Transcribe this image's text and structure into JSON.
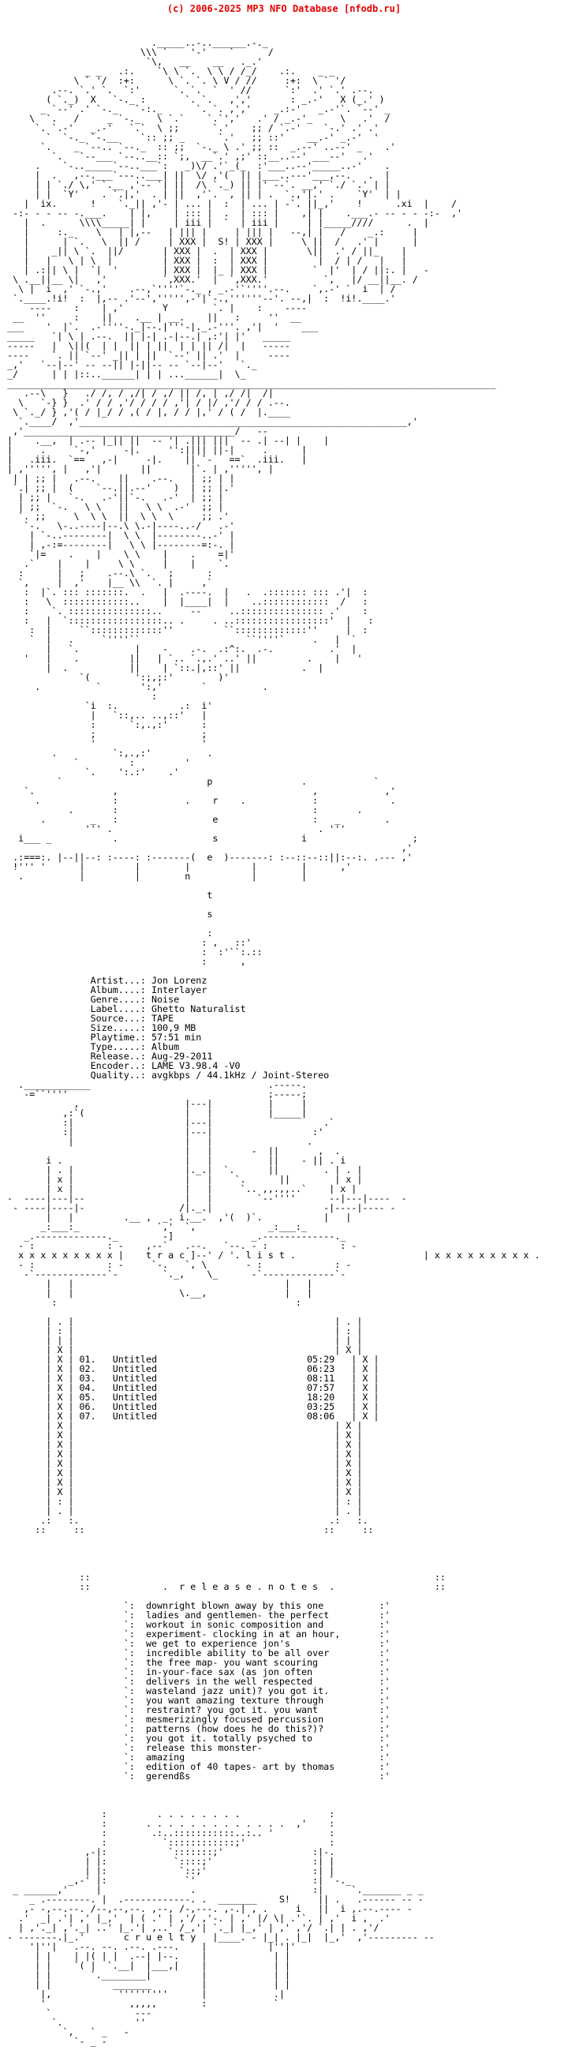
{
  "header": {
    "text": "(c) 2006-2025 MP3 NFO Database [nfodb.ru]",
    "color": "#e60000"
  },
  "release": {
    "artist": "Jon Lorenz",
    "album": "Interlayer",
    "genre": "Noise",
    "label": "Ghetto Naturalist",
    "source": "TAPE",
    "size": "100,9 MB",
    "playtime": "57:51 min",
    "type": "Album",
    "release_date": "Aug-29-2011",
    "encoder": "LAME V3.98.4 -V0",
    "quality": "avgkbps / 44.1kHz / Joint-Stereo",
    "section_titles": {
      "presents_vertical": "p r e s e n t s",
      "tracklist": "t r a c   l i s t .",
      "release_notes": ".  r e l e a s e . n o t e s  .",
      "cruelty": "c r u e l t y",
      "group_tag": "S!",
      "roman_left": "ix.",
      "roman_right": ".xi"
    },
    "tracks": [
      {
        "no": "01.",
        "title": "Untitled",
        "duration": "05:29"
      },
      {
        "no": "02.",
        "title": "Untitled",
        "duration": "06:23"
      },
      {
        "no": "03.",
        "title": "Untitled",
        "duration": "08:11"
      },
      {
        "no": "04.",
        "title": "Untitled",
        "duration": "07:57"
      },
      {
        "no": "05.",
        "title": "Untitled",
        "duration": "18:20"
      },
      {
        "no": "06.",
        "title": "Untitled",
        "duration": "03:25"
      },
      {
        "no": "07.",
        "title": "Untitled",
        "duration": "08:06"
      }
    ],
    "notes": [
      "downright blown away by this one",
      "ladies and gentlemen- the perfect",
      "workout in sonic composition and",
      "experiment- clocking in at an hour,",
      "we get to experience jon's",
      "incredible ability to be all over",
      "the free map- you want scouring",
      "in-your-face sax (as jon often",
      "delivers in the well respected",
      "wasteland jazz unit)? you got it.",
      "you want amazing texture through",
      "restraint? you got it. you want",
      "mesmerizingly focused percussion",
      "patterns (how does he do this?)?",
      "you got it. totally psyched to",
      "release this monster-",
      "amazing",
      "edition of 40 tapes- art by thomas",
      "gerendßs"
    ]
  },
  "nfo": {
    "lines": [
      "",
      "",
      "                           ._____..-..______.-._",
      "                         \\\\\\ `    '-'    `      /",
      "                          `\\,   __    __   ._.'",
      "               _ _   .:.    `\\ \\ `.  \\ \\ / /_/    .:.    _ _",
      "             \\ ` '/  :+:      \\ `. `. \\ V / //     :+:  \\ ` '/",
      "         .--. `.' `.  `:'      `. `.  `  ' //      `:'  .' `.' .--.",
      "        ( `._)  X   `-._ :       `. `.   ,','       : _.-'   X (_.' )",
      "       _ `--' .' `-._   `-:._      `. `. ,','    _.:-'   _.-'`. `--' _",
      "     \\  `.   /     _ `-._   \\ `.`    `.`','   .' / _.-'_     \\   .'  /",
      "      `. `.-'   _.-'   `.`  \\ ;;      `.'    ;; / `.-'    `-.' .' .'",
      "        `  `-._ `-.__    `:: ;; _      `.'   ;; ::'    __.-' _.-'  '",
      "       `.    _ `--.. `--._  :: ;;  `-._ \\ .' ;; ::  _.--' ..--' _    .'",
      "         `.   `--___ `--..__:: `;,  __`.' ,;' ::__..--' ___--'   .'",
      "      .    `-.._____`--..___`:   _)\\/ .'`_(_  :'___..--'_____..-'    .",
      "      |  .   ,--.___`---..___| ||  \\/ ,'(  || |___..---'___,--.   .  |",
      "      | | `./ \\,' `.__ ,'-- `| ||  /\\ `._) || |' --`. __,' `./ `.' | |",
      "      | |  `Y'    . `.|,'  . | ||  ,'`.  , || | .  `.,'|.' .    `Y'  | |",
      "    |  ix.      !    `._|| ,'- | ... |  :  | ... | -`. ||_,'    !      .xi  |    /",
      "  -:- - - -- -.___.    | |,    | ::: |  .  | ::: |    ,| |    .___.- -- - - -:-  ,'",
      "    |  .      \\\\\\\\_____| |     | iii |  `  | iii |     | |_____////      .  |",
      "    |     :._    \\   | |,--   | ||| |     | ||| |   --,| |   /    _.:     |",
      "    |      | `.   \\  || /     | XXX |  S! | XXX |     \\ ||  /   .' |      |",
      "    |    _|| \\ `.  ||/       | XXX |  .  | XXX |       \\||  .' / ||_    |",
      "    |   |   \\ | \\  |         | XXX |  :  | XXX |         |  / | /   |   |",
      "    | .:|| \\ |  `|  '        | XXX |  |_ | XXX |        `  |'  | / ||:. |   -",
      "  \\ .__||__ \\|   ,'          `,XXX.'  |  `,XXX.'          `,   |/ __||__. /",
      "   \\ |  i  ,' `-.,'    .--,`''''`-._ , _.-'`''''.--.    `,.-' `  i  | /",
      "  `.____.!i!  :  |,-- .'--',''''',-'|`-.,''''''--'. --,|  :  !i!.____.'",
      "     ----    :    | ,'       Y        `. |    :    ----",
      "  __  ''     :    ||    .__ | __.    ||   :     ''  __",
      " ___    '  |`.  .-''''-._|--.|'''-|._.-'''. ,'|  '    ___",
      " _____   `| \\ | .--.  || |-| .-|--.| ,:'| |'   _____",
      " -----   |  \\||(  | |  || | ||  | | || /|  |   -----",
      " ----    `. || `--' _|| | ||  `--' || .'  |     ----",
      " _,'   `--|--' -- --|| |-||-- -- `--|--'   `._",
      " _/      | | |::..______| | | ...______|  \\_",
      " ________________________________________________________________________________________",
      "    .--\\   }   ./ /, / ,/| / ,/ || /, | ,/ /|  /|",
      "   \\   `-} }  .' / / ,'/ / / / ,'| / |/ ,'/ / / .--.",
      "  \\ `._/ } ,'( / |_/ / ,( / |, / / |,' / ( /  |.____",
      "   `.____/  ,'___________________________________________________________,'",
      "  ,'______________________________________/   --",
      " |    .__,  | .-- |_|| ||  -- '| .||| |||  -- .| --| |    |",
      " |     .     `-,'     -|.     '':|||| ||-|     .      |",
      " |   .iii.  `==   ,-|     -|.    || `-   ==`  .iii.   |",
      " | ,''''', |   ,'|       ||       |`. | ,''''', |",
      "  | | ;; |   .--.    ||    .--.   | ;; | |",
      "  `.| ;; |  (    `--.||.--'    )  | ;; |.'",
      "   | ;; |   `-.   .-'||`-.   .-'  | ;; |",
      "   | ;;  `-.   \\ \\   ||   \\ \\  .-'  ;; |",
      "   `. ;;     \\  \\ \\  ||  \\ \\  \\     ;; .'",
      "    `-.   \\-..----|--.\\ \\.-|----..-/   .-'",
      "     | `-..--------|  \\ \\  |--------..-' |",
      "     | ,-:=--------|   \\ \\ |--------=:-. |",
      "     `|=    .    |    \\ \\    |    .    =|'",
      "    .`    |    |     \\ \\     |    |    `.",
      "   :      |   ;    .--.\\ `.   ;      :",
      "   `,     |  ,'    |__ \\\\  `. |     ,`",
      "    :  |`. ::: :::::::.  .   |  .----.  |   .  .::::::: ::: .'|  :",
      "    :   \\  ::::::::::::..    |  |____|  |    ..::::::::::::  /   :",
      "    :    `. :::::::::::::::..     --     ..::::::::::::::: .'    :",
      "    :   |  `:::::::::::::::::.. .     . ..:::::::::::::::::'  |   :",
      "     :  |     ``:::::::::::::''         ``:::::::::::::''     |  :",
      "     `  |   .     `''''``                   ``''''`     .   |  `",
      "        |   `.          |    -    .-.  .:^:.  .-.          .'  |",
      "    '   |    .         ||   | `.. `.,.' ..' ||         .    |   '",
      "        |  .           ||    | `::.|,::' ||           .  |",
      "              `(        ':;,;:'        )'",
      "      .          `       ':,'       `          .",
      "                           :",
      "               `i  :.           .:  i'",
      "                |   `::,.. ..,::'   |",
      "                :      `:,.,:'      :",
      "                ;                   ;",
      "                '                   '",
      "         .          `:,.,:'          .",
      "             `         :         '",
      "               `.    ':.:'    .'",
      "          `                          p                .            `",
      "    `.              ,                                   ,            ,'",
      "      .             :            .    r    .            :             .",
      "            .       :                                   :       .",
      "       .        _   :                 e                 :   _        .",
      "               ''' .                                     . '''",
      "   i___ _           .                 s               i                   ;",
      "                                                                        ,'",
      "  .:===:. |--||--: :----: :-------(  e  )-------: :--::--::||:--:. .--- ,'",
      "  !''' '      |         |        |           |        |      ,'",
      "   .          |         |        n           |        |",
      "",
      "                                     t",
      "",
      "                                     s",
      "",
      "                                     :",
      "                                    : ,   ::'",
      "                                    :  :'``:.::",
      "                                    :      ,",
      "",
      "                Artist...: Jon Lorenz",
      "                Album....: Interlayer",
      "                Genre....: Noise",
      "                Label....: Ghetto Naturalist",
      "                Source...: TAPE",
      "                Size.....: 100,9 MB",
      "                Playtime.: 57:51 min",
      "                Type.....: Album",
      "                Release..: Aug-29-2011",
      "                Encoder..: LAME V3.98.4 -V0",
      "                Quality..: avgkbps / 44.1kHz / Joint-Stereo",
      "   .____________                                .-----.",
      "    -=``''''                                    ;-----;",
      "             ,                   |---|          |     |",
      "           ,:`(                  |   |          |_____|",
      "           :|                    |---|                    .`",
      "           :|                    |---|                  :'",
      "            |                    |   |                 .",
      "                                 |   |       -  ||       ,  .",
      "        i .                      |   |          ||    - || . i",
      "        | . |                    |._.|  `.      ||        . | . |",
      "        | x |                    |   |    `.      ||        | x |",
      "        | x |                    |   |     `.. ,,.,,..`    | x |",
      " -  ----|---|--                  |   |        `--''''      --|---|----  -",
      "  - ----|----|-                 /|._.|                    -|----|---- -",
      "        |   |         .__ ,  _. i.__.  ,'(  )`.           |   |",
      "       _:___:_              `,'  `,             _:___:_",
      "    _.-------------._        -]              _.-------------._",
      "   - :             : -    ,--`   .--.   `--. - :             : -",
      "   x x x x x x x x x |    t r a c ]--' / '. l i s t .                       | x x x x x x x x x .",
      "   - :             : -     `-.   `, \\       - :             : -",
      "    -`-------------`-        `._,    \\_      -`-------------`-",
      "        |   |                                      |   |",
      "        |   |                   \\.__,              |   |",
      "         :                                           :",
      "",
      "        | . |                                               | . |",
      "        | : |                                               | : |",
      "        | | |                                               | | |",
      "        | X |                                               | X |",
      "        | X | 01.   Untitled                           05:29   | X |",
      "        | X | 02.   Untitled                           06:23   | X |",
      "        | X | 03.   Untitled                           08:11   | X |",
      "        | X | 04.   Untitled                           07:57   | X |",
      "        | X | 05.   Untitled                           18:20   | X |",
      "        | X | 06.   Untitled                           03:25   | X |",
      "        | X | 07.   Untitled                           08:06   | X |",
      "        | X |                                               | X |",
      "        | X |                                               | X |",
      "        | X |                                               | X |",
      "        | X |                                               | X |",
      "        | X |                                               | X |",
      "        | X |                                               | X |",
      "        | X |                                               | X |",
      "        | X |                                               | X |",
      "        | : |                                               | : |",
      "        | . |                                               | . |",
      "       .:   :.                                             .:   :.",
      "      ::     ::                                           ::     ::",
      "",
      "",
      "",
      "",
      "              ::                                                              ::",
      "              ::             .  r e l e a s e . n o t e s  .                  ::",
      "",
      "                      `:  downright blown away by this one          :'",
      "                      `:  ladies and gentlemen- the perfect         :'",
      "                      `:  workout in sonic composition and          :'",
      "                      `:  experiment- clocking in at an hour,       :'",
      "                      `:  we get to experience jon's                :'",
      "                      `:  incredible ability to be all over         :'",
      "                      `:  the free map- you want scouring           :'",
      "                      `:  in-your-face sax (as jon often            :'",
      "                      `:  delivers in the well respected            :'",
      "                      `:  wasteland jazz unit)? you got it.         :'",
      "                      `:  you want amazing texture through          :'",
      "                      `:  restraint? you got it. you want           :'",
      "                      `:  mesmerizingly focused percussion          :'",
      "                      `:  patterns (how does he do this?)?          :'",
      "                      `:  you got it. totally psyched to            :'",
      "                      `:  release this monster-                     :'",
      "                      `:  amazing                                   :'",
      "                      `:  edition of 40 tapes- art by thomas        :'",
      "                      `:  gerendßs                                  :'",
      "",
      "",
      "",
      "                  :         . . . . . . . .                :",
      "                  :       . . . . . . . . . . . . .  ,'    :",
      "                  :        .:..:::::::::::..:.. '          :",
      "                  :          `::::::::::::;'               :",
      "               ,-|:           `:::::::;'                :|-.",
      "               | |:            `::::;'                  :| |",
      "               | |:             `::;'                   :| |",
      "            _,-' |:              `'                     :| `-._",
      "  _ ______,'     |                .                     :|     `._______ _ _",
      "     _ .--------. |  .------------. .  _______    S!     || .   .------ -- -",
      "    ,- -,--.--. /--,--,--. ,--, /-,---. ,-.| , .     i   ||  i ,.--.---- -",
      "   .'  _| .'| ,' |_,'  | ( .' | ,'/ ,'-. | ,' |/ \\| .'`. | ,'  i ,  .'",
      "   | ,'._| ,'._| ..' |_.'| ,..' /_,'| `._| |_,' | ,' ,'/ `.| | . ,'/",
      " - -------.|_.'       c r u e l t y   |____. - |_| . |_|  |_,'  ,'--------- --",
      "     '|''|   .--. --. .--. .---.    |           |''|'",
      "      | |    | |( | |  .--| |--.    |            | |",
      "      | |    `( |  `.__|  |___,|    |            | |",
      "      | |       `.________|         |            | |",
      "      | |           _______         |            | |",
      "       |,            '''''''''      |            .|",
      "       '               ,,,,,        :            `",
      "        `               ---",
      "         `.             ''",
      "           `,   ` _   -",
      "             `- _ -",
      "",
      ""
    ]
  }
}
